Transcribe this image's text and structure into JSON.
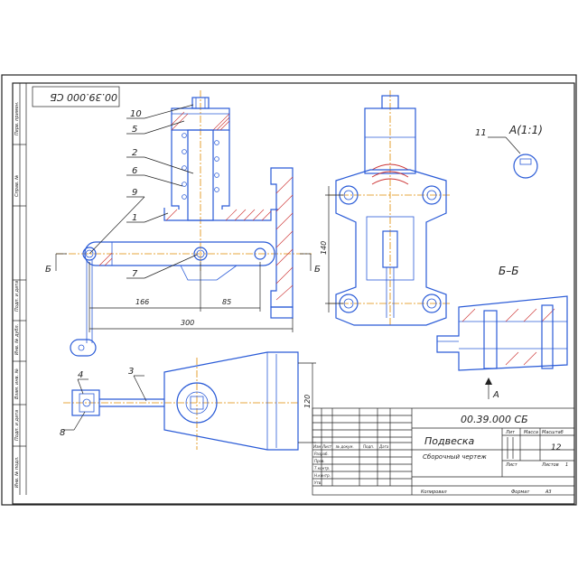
{
  "stamp": {
    "designation_rotated": "00.39.000 СБ",
    "designation": "00.39.000 СБ",
    "title": "Подвеска",
    "subtitle": "Сборочный чертеж",
    "col_lit": "Лит",
    "col_mass": "Масса",
    "col_scale": "Масштаб",
    "scale_value": "12",
    "sheet_label": "Лист",
    "sheets_label": "Листов",
    "sheets_value": "1",
    "copied_label": "Копировал",
    "format_label": "Формат",
    "format_value": "А3",
    "rev_headers": [
      "Изм",
      "Лист",
      "№ докум.",
      "Подп.",
      "Дата"
    ],
    "role_labels": [
      "Разраб.",
      "Пров.",
      "Т.контр.",
      "Н.контр.",
      "Утв."
    ]
  },
  "side_strip": [
    "Перв. примен.",
    "Справ. №",
    "Подп. и дата",
    "Инв. № дубл.",
    "Взам. инв. №",
    "Подп. и дата",
    "Инв. № подл."
  ],
  "views": {
    "section_left": "Б",
    "section_right": "Б",
    "section_title": "Б–Б",
    "view_a": "А(1:1)",
    "arrow_a": "А"
  },
  "callouts": [
    "10",
    "5",
    "2",
    "6",
    "9",
    "1",
    "7",
    "11",
    "3",
    "4",
    "8"
  ],
  "dimensions": {
    "d166": "166",
    "d85": "85",
    "d300": "300",
    "d140": "140",
    "d120": "120"
  }
}
